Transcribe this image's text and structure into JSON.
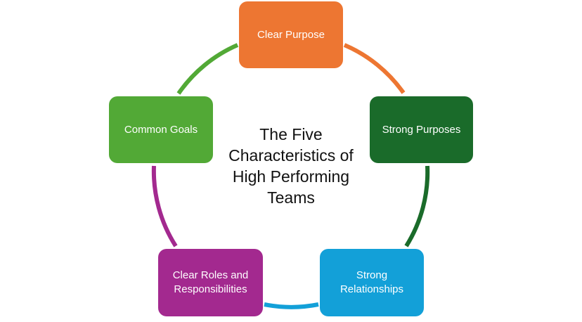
{
  "diagram": {
    "title_lines": [
      "The Five",
      "Characteristics of",
      "High Performing",
      "Teams"
    ],
    "nodes": [
      {
        "lines": [
          "Clear Purpose"
        ],
        "color": "#ED7632"
      },
      {
        "lines": [
          "Strong Purposes"
        ],
        "color": "#1A6B2A"
      },
      {
        "lines": [
          "Strong",
          "Relationships"
        ],
        "color": "#13A0D8"
      },
      {
        "lines": [
          "Clear Roles and",
          "Responsibilities"
        ],
        "color": "#A3298F"
      },
      {
        "lines": [
          "Common Goals"
        ],
        "color": "#52A936"
      }
    ]
  }
}
